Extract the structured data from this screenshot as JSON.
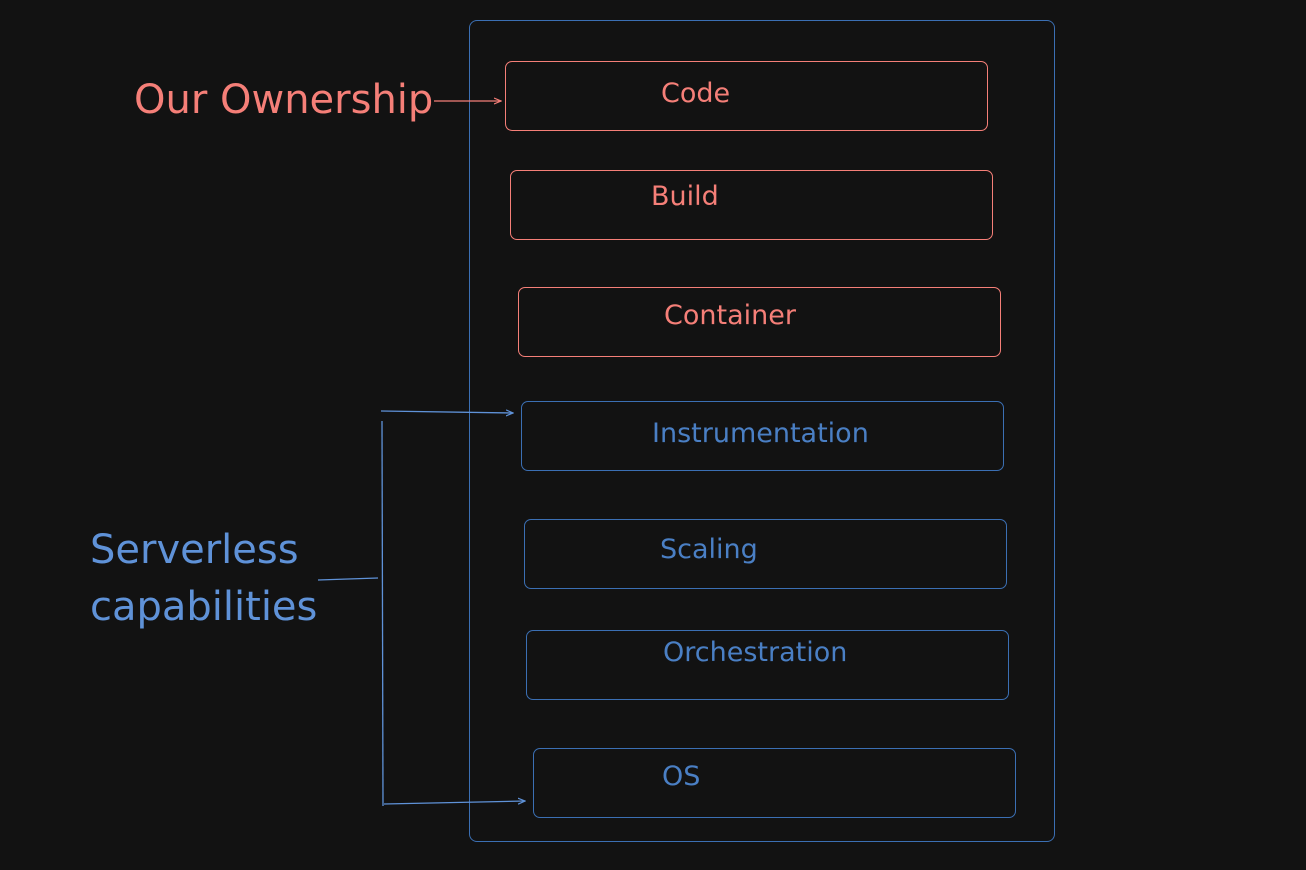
{
  "labels": {
    "ownership": "Our Ownership",
    "serverless_line1": "Serverless",
    "serverless_line2": "capabilities"
  },
  "layers": [
    {
      "name": "Code",
      "group": "ownership"
    },
    {
      "name": "Build",
      "group": "ownership"
    },
    {
      "name": "Container",
      "group": "ownership"
    },
    {
      "name": "Instrumentation",
      "group": "serverless"
    },
    {
      "name": "Scaling",
      "group": "serverless"
    },
    {
      "name": "Orchestration",
      "group": "serverless"
    },
    {
      "name": "OS",
      "group": "serverless"
    }
  ],
  "colors": {
    "background": "#121212",
    "ownership": "#f57f78",
    "serverless": "#4a7fc4",
    "border_blue": "#3b6fb3"
  }
}
